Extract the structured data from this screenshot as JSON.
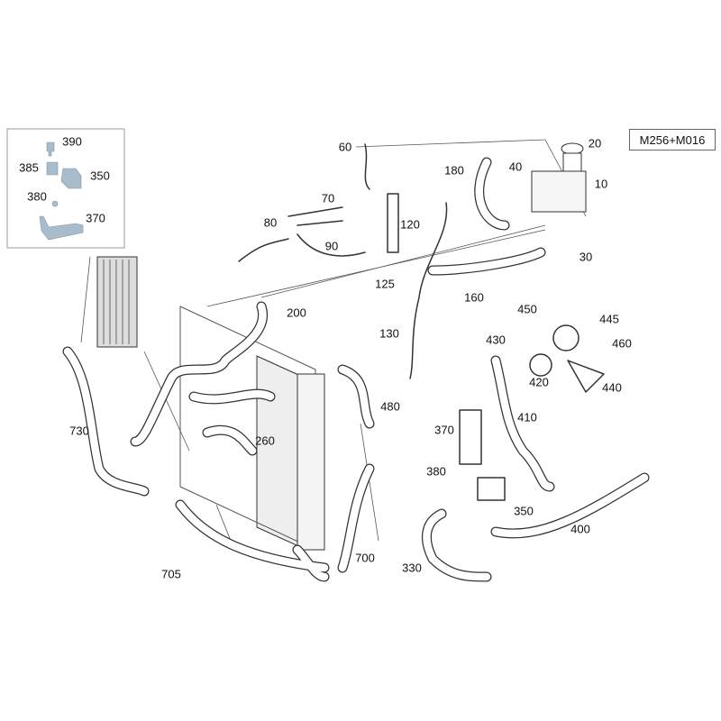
{
  "diagram": {
    "variant_label": "M256+M016",
    "inset_callouts": [
      "390",
      "385",
      "350",
      "380",
      "370"
    ],
    "callouts": [
      "60",
      "20",
      "180",
      "40",
      "10",
      "70",
      "120",
      "80",
      "90",
      "30",
      "125",
      "160",
      "200",
      "450",
      "445",
      "130",
      "430",
      "460",
      "420",
      "440",
      "480",
      "410",
      "730",
      "370",
      "260",
      "380",
      "350",
      "400",
      "700",
      "330",
      "705"
    ],
    "colors": {
      "inset_part": "#a9bccb",
      "line": "#333333"
    }
  }
}
